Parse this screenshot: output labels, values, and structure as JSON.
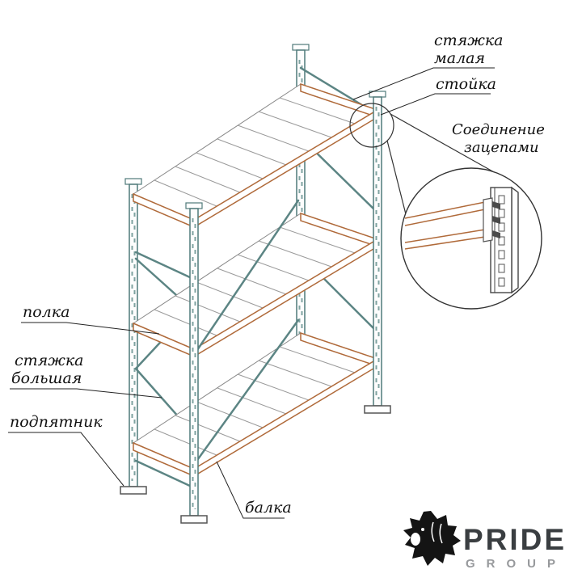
{
  "callouts": {
    "tie_small_1": "стяжка",
    "tie_small_2": "малая",
    "post": "стойка",
    "joint_1": "Соединение",
    "joint_2": "зацепами",
    "shelf": "полка",
    "tie_large_1": "стяжка",
    "tie_large_2": "большая",
    "foot": "подпятник",
    "beam": "балка"
  },
  "logo": {
    "title": "PRIDE",
    "subtitle": "GROUP"
  },
  "colors": {
    "upright": "#4f7a7a",
    "beam": "#b06a3a",
    "ink": "#222222"
  }
}
